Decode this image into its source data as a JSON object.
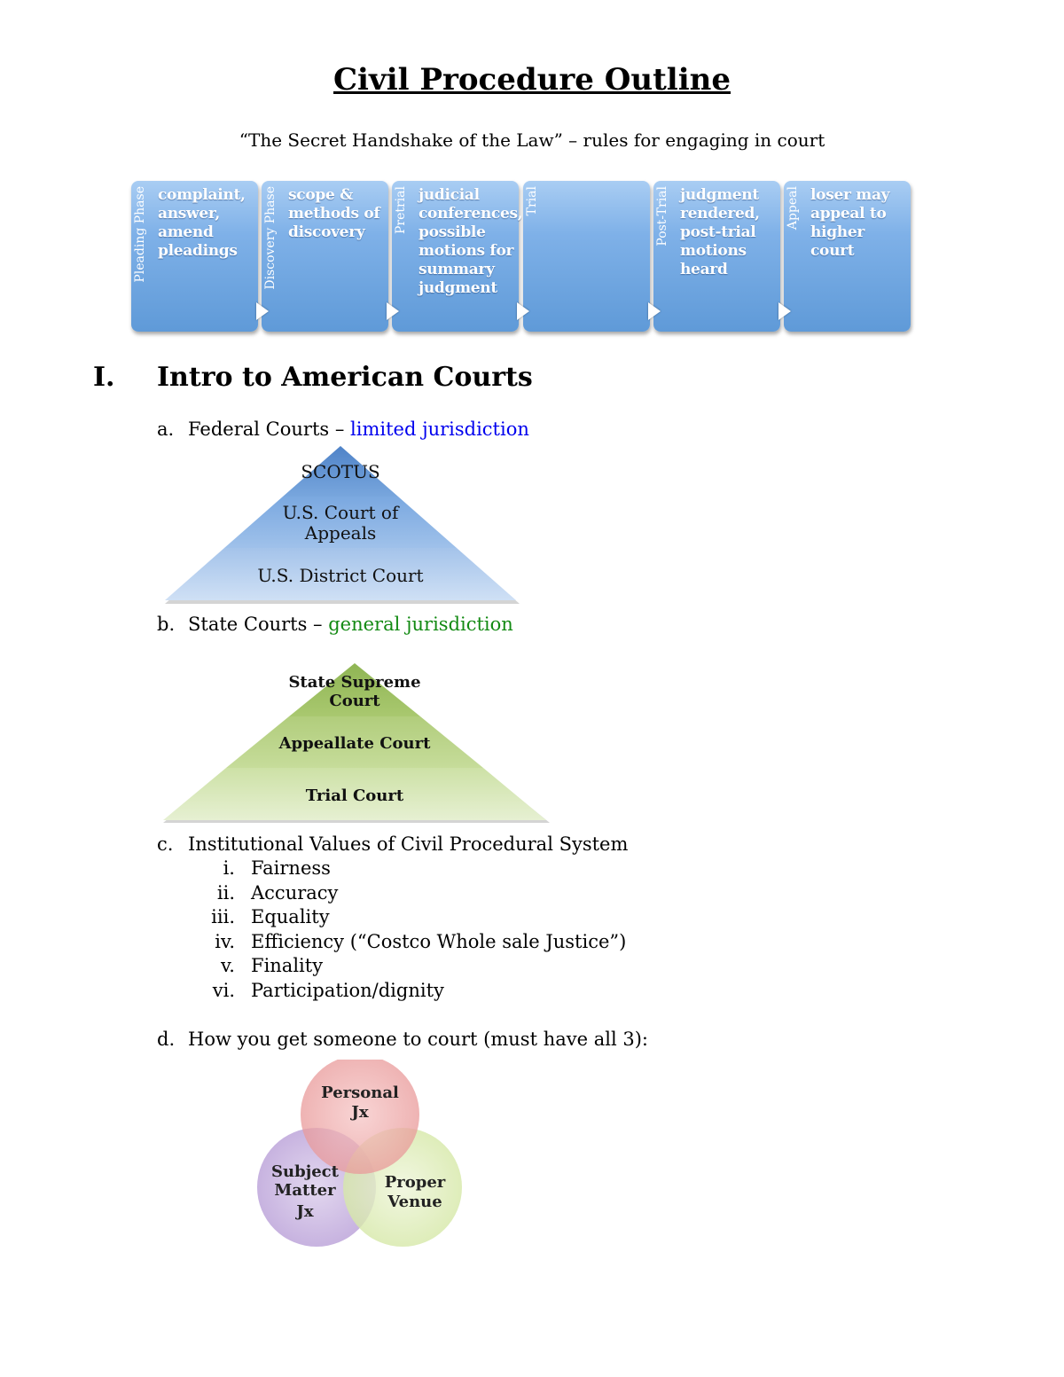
{
  "title": "Civil Procedure Outline",
  "subtitle": "“The Secret Handshake of the Law” – rules for engaging in court",
  "phases": [
    {
      "label": "Pleading Phase",
      "desc": "complaint, answer, amend pleadings"
    },
    {
      "label": "Discovery Phase",
      "desc": "scope & methods of discovery"
    },
    {
      "label": "Pretrial",
      "desc": "judicial conferences, possible motions for summary judgment"
    },
    {
      "label": "Trial",
      "desc": ""
    },
    {
      "label": "Post-Trial",
      "desc": "judgment rendered, post-trial motions heard"
    },
    {
      "label": "Appeal",
      "desc": "loser may appeal to higher court"
    }
  ],
  "section1": {
    "numeral": "I.",
    "heading": "Intro to American Courts",
    "a": {
      "marker": "a.",
      "text": "Federal Courts – ",
      "highlight": "limited jurisdiction"
    },
    "federal_pyramid": [
      "SCOTUS",
      "U.S. Court of Appeals",
      "U.S. District Court"
    ],
    "b": {
      "marker": "b.",
      "text": "State Courts – ",
      "highlight": "general jurisdiction"
    },
    "state_pyramid": [
      "State Supreme Court",
      "Appeallate Court",
      "Trial Court"
    ],
    "c": {
      "marker": "c.",
      "text": "Institutional Values of Civil Procedural System"
    },
    "values": [
      {
        "num": "i.",
        "text": "Fairness"
      },
      {
        "num": "ii.",
        "text": "Accuracy"
      },
      {
        "num": "iii.",
        "text": "Equality"
      },
      {
        "num": "iv.",
        "text": "Efficiency (“Costco Whole sale Justice”)"
      },
      {
        "num": "v.",
        "text": "Finality"
      },
      {
        "num": "vi.",
        "text": "Participation/dignity"
      }
    ],
    "d": {
      "marker": "d.",
      "text": "How you get someone to court (must have all 3):"
    },
    "venn": {
      "top": [
        "Personal",
        "Jx"
      ],
      "left": [
        "Subject",
        "Matter",
        "Jx"
      ],
      "right": [
        "Proper",
        "Venue"
      ]
    }
  }
}
